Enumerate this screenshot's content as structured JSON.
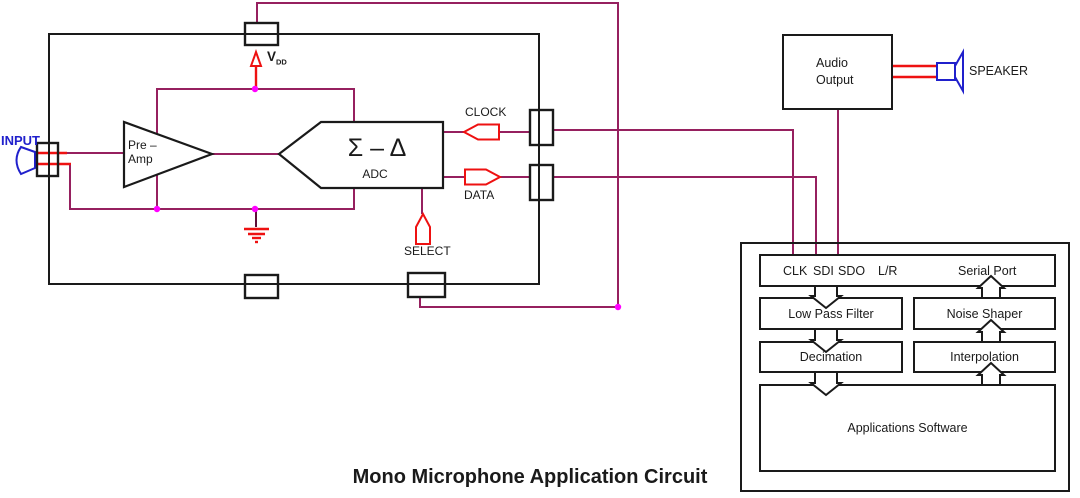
{
  "title": "Mono Microphone Application Circuit",
  "input_label": "INPUT",
  "speaker_label": "SPEAKER",
  "audio_output_label": "Audio\nOutput",
  "chip": {
    "preamp_label": "Pre –\nAmp",
    "adc_symbol": "Σ – Δ",
    "adc_label": "ADC",
    "vdd_base": "V",
    "vdd_sub": "DD",
    "clock_label": "CLOCK",
    "data_label": "DATA",
    "select_label": "SELECT"
  },
  "dsp": {
    "serial_pins": [
      "CLK",
      "SDI",
      "SDO",
      "L/R"
    ],
    "serial_port_label": "Serial Port",
    "low_pass_filter": "Low Pass Filter",
    "noise_shaper": "Noise Shaper",
    "decimation": "Decimation",
    "interpolation": "Interpolation",
    "applications_software": "Applications Software"
  },
  "icons": {
    "input": "microphone-icon",
    "speaker": "speaker-icon"
  },
  "colors": {
    "wire": "#96205f",
    "signal_red": "#ee1111",
    "blue": "#2020cc",
    "outline_black": "#1a1a1a",
    "junction_dot": "#ff00ff"
  }
}
